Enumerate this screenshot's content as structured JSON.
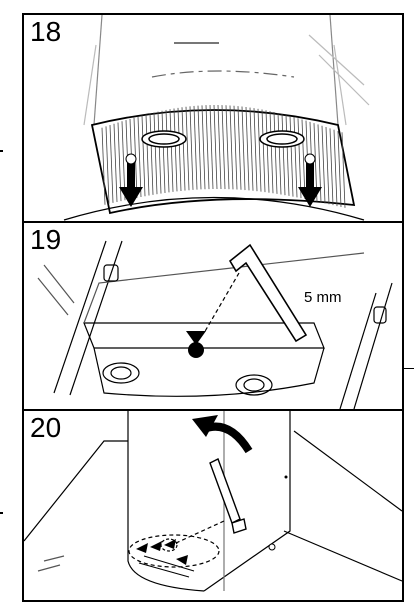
{
  "steps": [
    {
      "number": "18"
    },
    {
      "number": "19",
      "label": "5 mm"
    },
    {
      "number": "20"
    }
  ]
}
